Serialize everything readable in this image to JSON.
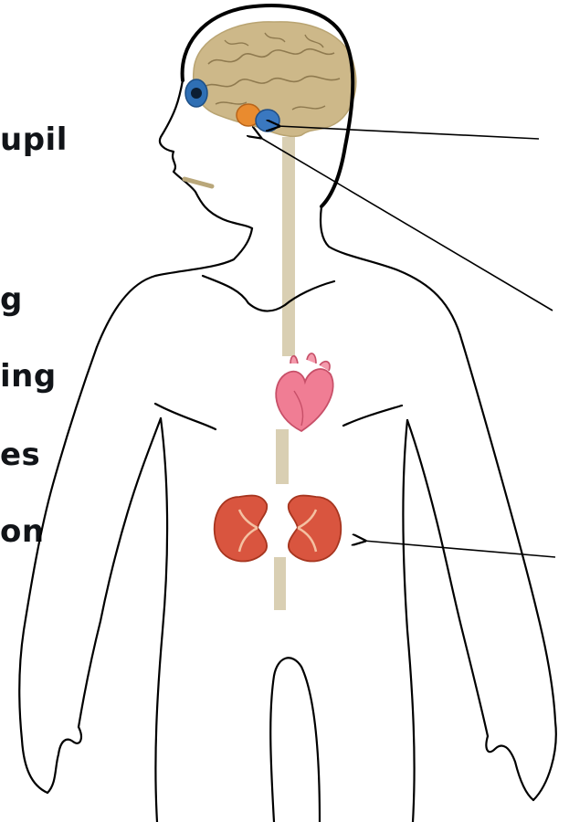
{
  "labels": {
    "l1": "upil",
    "l2": "g",
    "l3": "ing",
    "l4": "es",
    "l5": "on"
  },
  "colors": {
    "outline": "#000000",
    "brain": "#cdb889",
    "brain_fold": "#8f7a4f",
    "spinal_cord": "#d9cfb3",
    "eye_iris": "#2f6fb4",
    "hypothalamus": "#e98b2f",
    "pituitary": "#3a78c0",
    "heart": "#f07d94",
    "kidney": "#d9553f",
    "mouth": "#b9a77a"
  },
  "icons": [
    "brain-icon",
    "eye-icon",
    "heart-icon",
    "kidney-icon"
  ]
}
